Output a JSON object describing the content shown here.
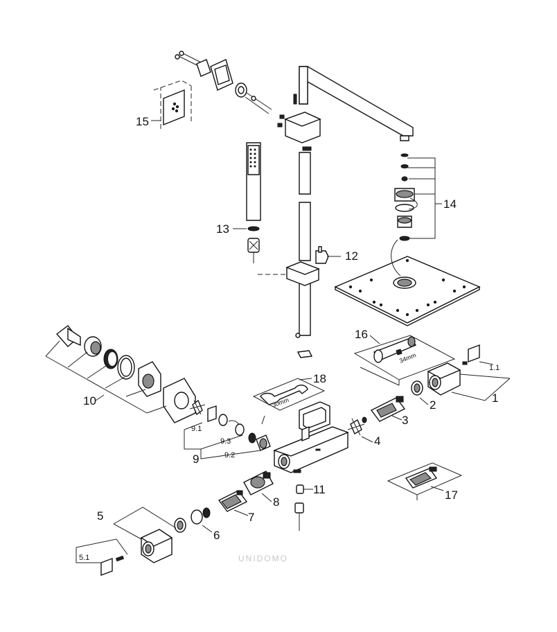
{
  "labels": {
    "p1": "1",
    "p1_1": "1.1",
    "p2": "2",
    "p3": "3",
    "p4": "4",
    "p5": "5",
    "p5_1": "5.1",
    "p6": "6",
    "p7": "7",
    "p8": "8",
    "p9": "9",
    "p9_1": "9.1",
    "p9_2": "9.2",
    "p9_3": "9.3",
    "p10": "10",
    "p11": "11",
    "p12": "12",
    "p13": "13",
    "p14": "14",
    "p15": "15",
    "p16": "16",
    "p17": "17",
    "p18": "18"
  },
  "dimensions": {
    "wrench_18": "30mm",
    "wrench_16": "34mm"
  },
  "watermark": "UNIDOMO"
}
